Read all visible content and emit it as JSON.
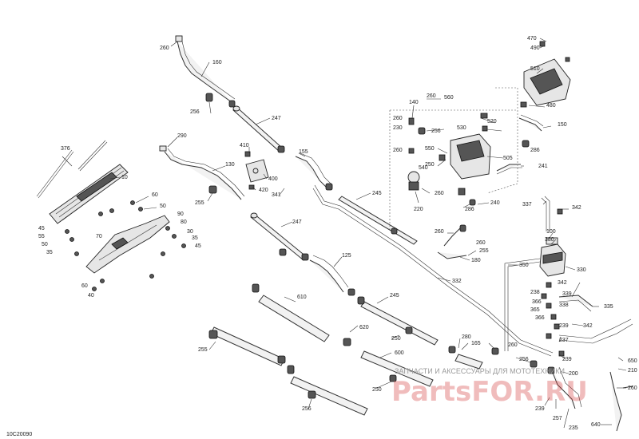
{
  "diagram": {
    "code": "10C20090",
    "watermark_top": "ЗАПЧАСТИ И АКСЕССУАРЫ ДЛЯ МОТОТЕХНИКИ",
    "watermark_brand": "PartsFOR.RU",
    "labels": [
      {
        "t": "260"
      },
      {
        "t": "160"
      },
      {
        "t": "256"
      },
      {
        "t": "247"
      },
      {
        "t": "290"
      },
      {
        "t": "130"
      },
      {
        "t": "410"
      },
      {
        "t": "400"
      },
      {
        "t": "420"
      },
      {
        "t": "155"
      },
      {
        "t": "341"
      },
      {
        "t": "255"
      },
      {
        "t": "247"
      },
      {
        "t": "245"
      },
      {
        "t": "125"
      },
      {
        "t": "376"
      },
      {
        "t": "10"
      },
      {
        "t": "60"
      },
      {
        "t": "50"
      },
      {
        "t": "90"
      },
      {
        "t": "80"
      },
      {
        "t": "30"
      },
      {
        "t": "35"
      },
      {
        "t": "45"
      },
      {
        "t": "45"
      },
      {
        "t": "55"
      },
      {
        "t": "50"
      },
      {
        "t": "35"
      },
      {
        "t": "70"
      },
      {
        "t": "60"
      },
      {
        "t": "40"
      },
      {
        "t": "470"
      },
      {
        "t": "490"
      },
      {
        "t": "510"
      },
      {
        "t": "480"
      },
      {
        "t": "140"
      },
      {
        "t": "260"
      },
      {
        "t": "560"
      },
      {
        "t": "260"
      },
      {
        "t": "230"
      },
      {
        "t": "256"
      },
      {
        "t": "520"
      },
      {
        "t": "530"
      },
      {
        "t": "150"
      },
      {
        "t": "260"
      },
      {
        "t": "550"
      },
      {
        "t": "505"
      },
      {
        "t": "286"
      },
      {
        "t": "250"
      },
      {
        "t": "241"
      },
      {
        "t": "540"
      },
      {
        "t": "260"
      },
      {
        "t": "220"
      },
      {
        "t": "240"
      },
      {
        "t": "286"
      },
      {
        "t": "337"
      },
      {
        "t": "342"
      },
      {
        "t": "100"
      },
      {
        "t": "380"
      },
      {
        "t": "330"
      },
      {
        "t": "260"
      },
      {
        "t": "260"
      },
      {
        "t": "255"
      },
      {
        "t": "180"
      },
      {
        "t": "350"
      },
      {
        "t": "332"
      },
      {
        "t": "610"
      },
      {
        "t": "245"
      },
      {
        "t": "620"
      },
      {
        "t": "250"
      },
      {
        "t": "255"
      },
      {
        "t": "600"
      },
      {
        "t": "250"
      },
      {
        "t": "256"
      },
      {
        "t": "280"
      },
      {
        "t": "165"
      },
      {
        "t": "260"
      },
      {
        "t": "256"
      },
      {
        "t": "238"
      },
      {
        "t": "342"
      },
      {
        "t": "339"
      },
      {
        "t": "366"
      },
      {
        "t": "365"
      },
      {
        "t": "338"
      },
      {
        "t": "335"
      },
      {
        "t": "366"
      },
      {
        "t": "239"
      },
      {
        "t": "342"
      },
      {
        "t": "237"
      },
      {
        "t": "239"
      },
      {
        "t": "200"
      },
      {
        "t": "650"
      },
      {
        "t": "210"
      },
      {
        "t": "260"
      },
      {
        "t": "239"
      },
      {
        "t": "257"
      },
      {
        "t": "235"
      },
      {
        "t": "640"
      }
    ]
  }
}
